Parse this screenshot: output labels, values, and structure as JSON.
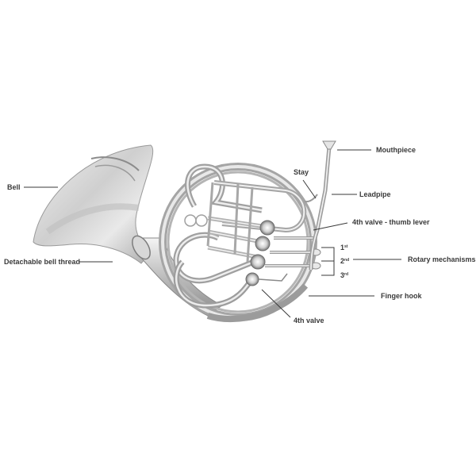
{
  "diagram": {
    "subject": "French horn (double horn, silver)",
    "colors": {
      "background": "#ffffff",
      "label_text": "#3a3a3a",
      "leader_line": "#3a3a3a",
      "metal_light": "#e4e4e4",
      "metal_mid": "#b9b9b9",
      "metal_dark": "#7d7d7d"
    },
    "labels": {
      "mouthpiece": "Mouthpiece",
      "stay": "Stay",
      "leadpipe": "Leadpipe",
      "thumb_lever": "4th valve - thumb lever",
      "bell": "Bell",
      "detachable_bell_thread": "Detachable bell thread",
      "rotary_mechanisms": "Rotary mechanisms",
      "finger_hook": "Finger hook",
      "fourth_valve": "4th valve"
    },
    "rotary_numbers": [
      {
        "num": "1",
        "suffix": "st"
      },
      {
        "num": "2",
        "suffix": "nd"
      },
      {
        "num": "3",
        "suffix": "rd"
      }
    ]
  }
}
